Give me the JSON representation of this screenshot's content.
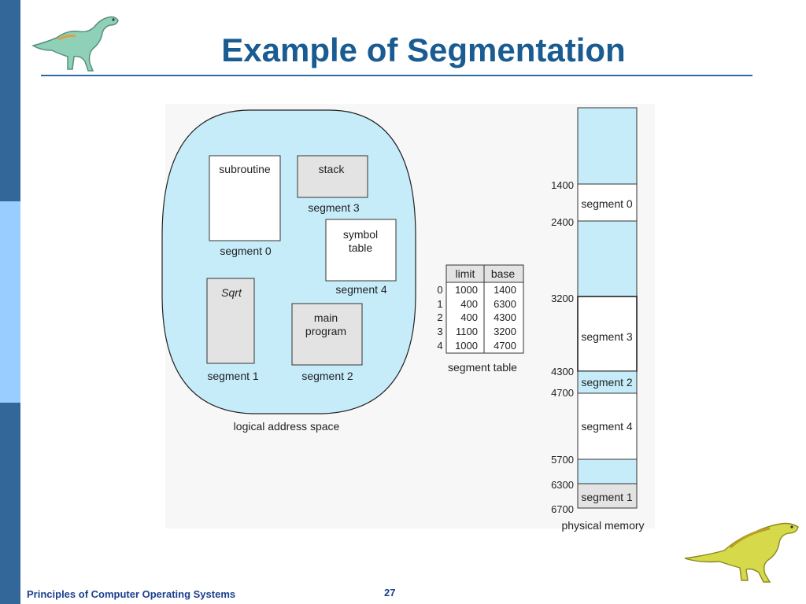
{
  "slide": {
    "title": "Example of Segmentation",
    "footer_course": "Principles of Computer Operating Systems",
    "page_number": "27"
  },
  "logical_space": {
    "caption": "logical address space",
    "segments": [
      {
        "box_label": "subroutine",
        "caption": "segment 0"
      },
      {
        "box_label": "stack",
        "caption": "segment 3"
      },
      {
        "box_label_line1": "symbol",
        "box_label_line2": "table",
        "caption": "segment 4"
      },
      {
        "box_label": "Sqrt",
        "caption": "segment 1"
      },
      {
        "box_label_line1": "main",
        "box_label_line2": "program",
        "caption": "segment 2"
      }
    ]
  },
  "segment_table": {
    "caption": "segment table",
    "headers": [
      "limit",
      "base"
    ],
    "rows": [
      {
        "index": "0",
        "limit": "1000",
        "base": "1400"
      },
      {
        "index": "1",
        "limit": "400",
        "base": "6300"
      },
      {
        "index": "2",
        "limit": "400",
        "base": "4300"
      },
      {
        "index": "3",
        "limit": "1100",
        "base": "3200"
      },
      {
        "index": "4",
        "limit": "1000",
        "base": "4700"
      }
    ]
  },
  "physical_memory": {
    "caption": "physical memory",
    "addresses": [
      "1400",
      "2400",
      "3200",
      "4300",
      "4700",
      "5700",
      "6300",
      "6700"
    ],
    "segment_labels": {
      "seg0": "segment 0",
      "seg3": "segment 3",
      "seg2": "segment 2",
      "seg4": "segment 4",
      "seg1": "segment 1"
    }
  },
  "colors": {
    "sidebar_dark": "#336699",
    "sidebar_light": "#99ccff",
    "title": "#1a5c92",
    "region_fill": "#c6ecfa",
    "gray_box": "#e3e3e3"
  },
  "icons": {
    "top_left": "dinosaur-icon",
    "bottom_right": "dinosaur-icon"
  }
}
